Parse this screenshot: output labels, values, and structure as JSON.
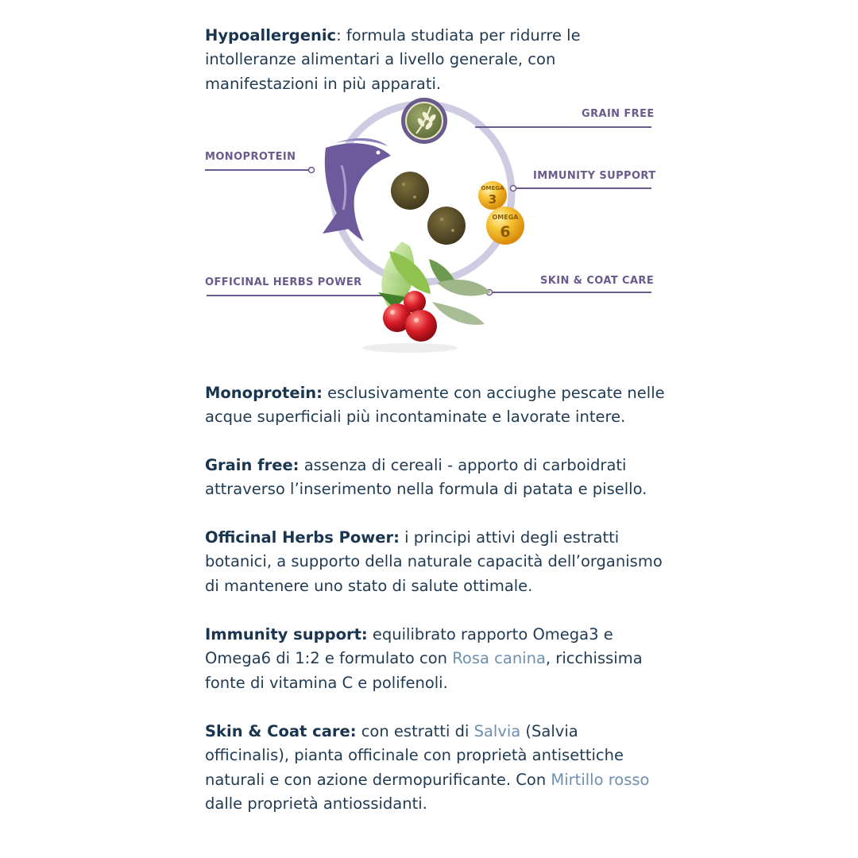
{
  "intro": {
    "title": "Hypoallergenic",
    "text": ": formula studiata per ridurre le intolleranze alimentari a livello generale, con manifestazioni in più apparati."
  },
  "diagram": {
    "labels": {
      "grain_free": "GRAIN FREE",
      "monoprotein": "MONOPROTEIN",
      "immunity_support": "IMMUNITY SUPPORT",
      "officinal_herbs": "OFFICINAL HERBS POWER",
      "skin_coat": "SKIN & COAT CARE"
    },
    "omega3": {
      "word": "OMEGA",
      "num": "3"
    },
    "omega6": {
      "word": "OMEGA",
      "num": "6"
    },
    "colors": {
      "accent": "#6a5a8e",
      "ring": "#cfcbe3",
      "fish": "#6d5a9c",
      "gold": "#f2b11f"
    },
    "icons": [
      "grain-icon",
      "fish-icon",
      "kibble-icon",
      "omega-capsule-icon",
      "herbs-berries-icon"
    ]
  },
  "sections": {
    "mono": {
      "title": "Monoprotein:",
      "text": " esclusivamente con acciughe pescate nelle acque superficiali più incontaminate e lavorate intere."
    },
    "grain": {
      "title": "Grain free:",
      "text": " assenza di cereali - apporto di carboidrati attraverso l’inserimento nella formula di patata e pisello."
    },
    "herbs": {
      "title": "Officinal Herbs Power:",
      "text": " i principi attivi degli estratti botanici, a supporto della naturale capacità dell’organismo di mantenere uno stato di salute ottimale."
    },
    "immunity": {
      "title": "Immunity support:",
      "text1": " equilibrato rapporto Omega3 e Omega6 di 1:2 e formulato con ",
      "link1": "Rosa canina",
      "text2": ", ricchissima fonte di vitamina C e polifenoli."
    },
    "skin": {
      "title": "Skin & Coat care:",
      "text1": " con estratti di ",
      "link1": "Salvia",
      "text2": " (Salvia officinalis), pianta officinale con proprietà antisettiche naturali e con azione dermopurificante. Con ",
      "link2": "Mirtillo rosso",
      "text3": " dalle proprietà antiossidanti."
    }
  }
}
